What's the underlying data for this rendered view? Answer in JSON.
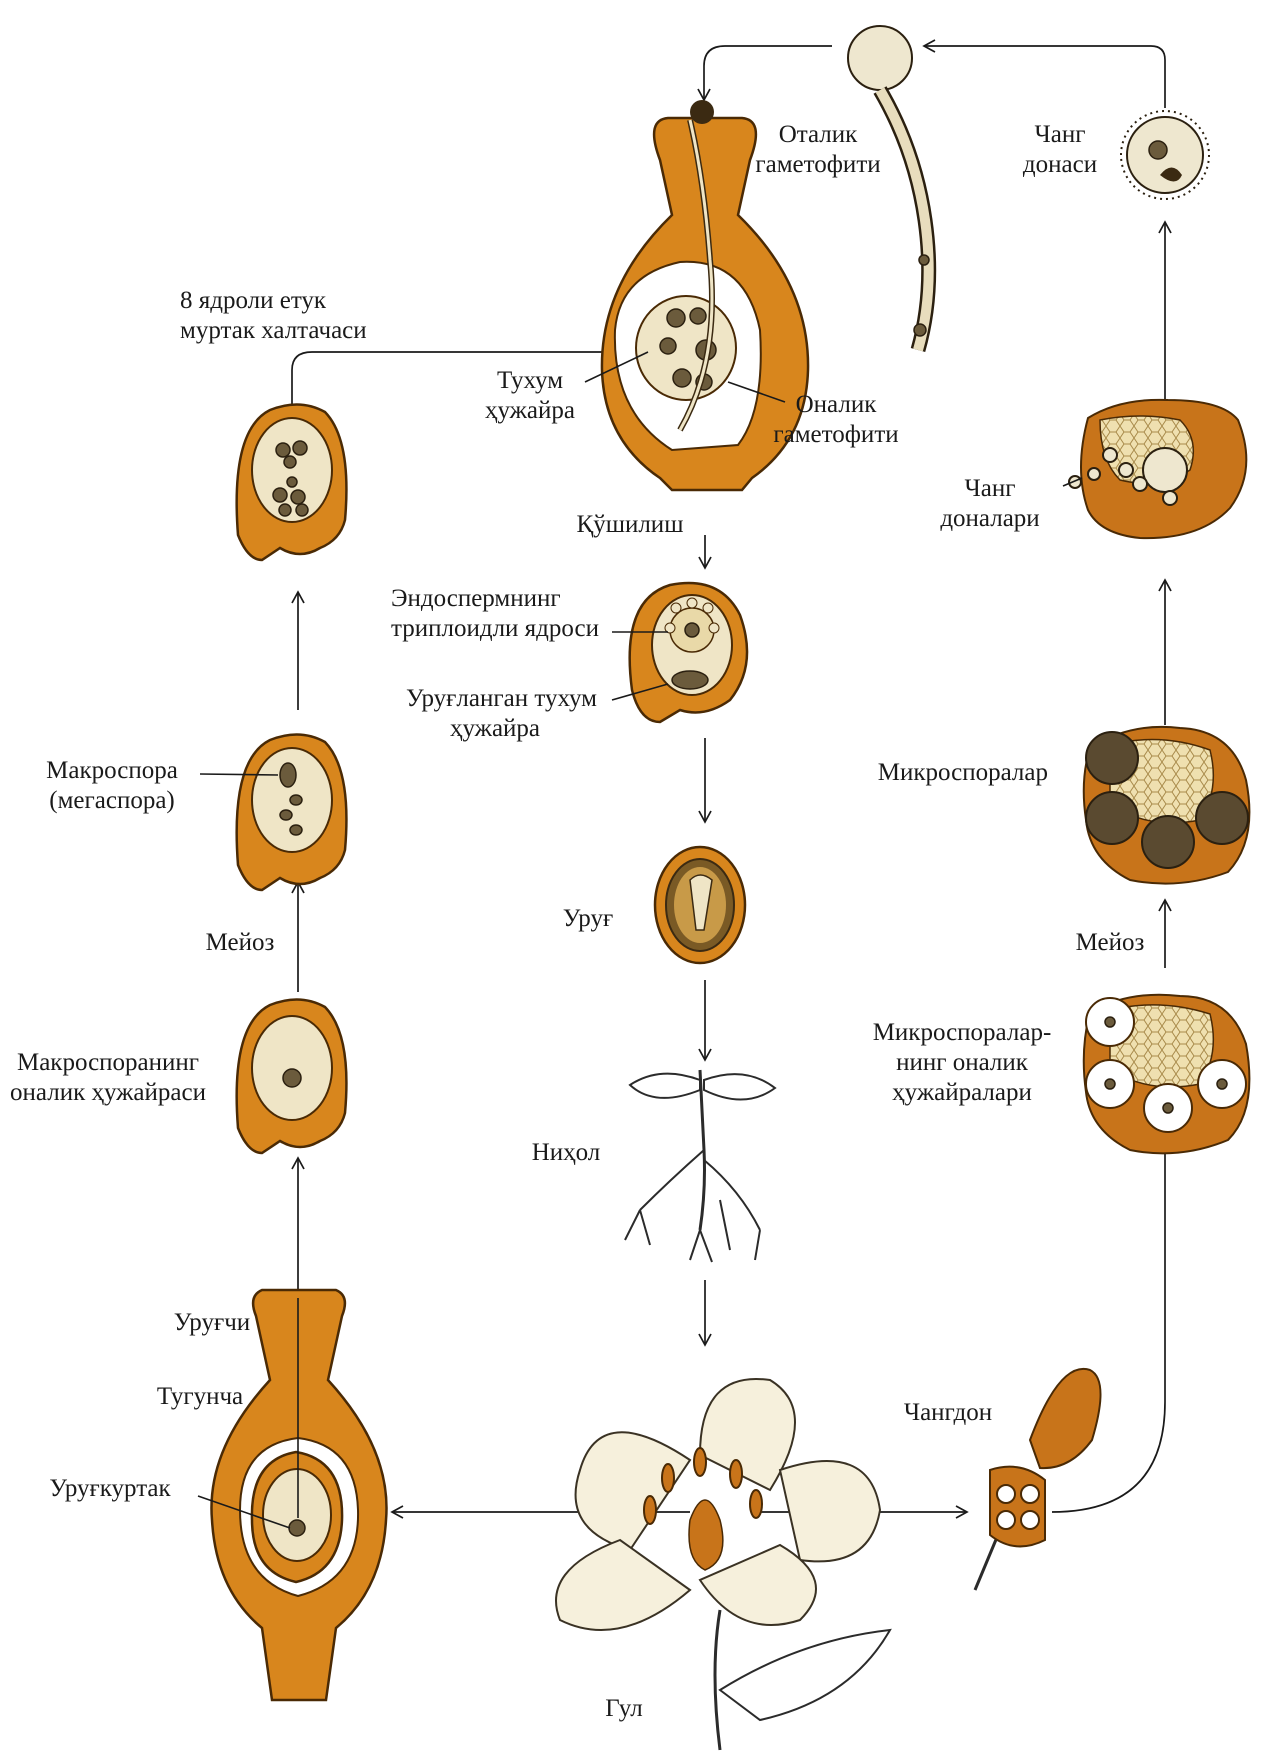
{
  "labels": {
    "male_gametophyte": [
      "Оталик",
      "гаметофити"
    ],
    "pollen_grain": [
      "Чанг",
      "донаси"
    ],
    "embryo_sac": [
      "8 ядроли етук",
      "муртак халтачаси"
    ],
    "egg_cell": [
      "Тухум",
      "ҳужайра"
    ],
    "female_gametophyte": [
      "Оналик",
      "гаметофити"
    ],
    "pollen_grains": [
      "Чанг",
      "доналари"
    ],
    "fusion": "Қўшилиш",
    "endosperm_nucleus": [
      "Эндоспермнинг",
      "триплоидли ядроси"
    ],
    "fertilized_egg": [
      "Уруғланган тухум",
      "ҳужайра"
    ],
    "macrospore": [
      "Макроспора",
      "(мегаспора)"
    ],
    "microspores": "Микроспоралар",
    "meiosis_left": "Мейоз",
    "meiosis_right": "Мейоз",
    "seed": "Уруғ",
    "macrospore_mother_cell": [
      "Макроспоранинг",
      "оналик ҳужайраси"
    ],
    "microspore_mother_cells": [
      "Микроспоралар-",
      "нинг оналик",
      "ҳужайралари"
    ],
    "seedling": "Ниҳол",
    "style": "Уруғчи",
    "ovary": "Тугунча",
    "ovule": "Уруғкуртак",
    "anther": "Чангдон",
    "flower": "Гул"
  },
  "colors": {
    "tissue": "#d8861d",
    "cytoplasm": "#efe5c6",
    "outline": "#4a2a05",
    "text": "#1a1a1a"
  }
}
